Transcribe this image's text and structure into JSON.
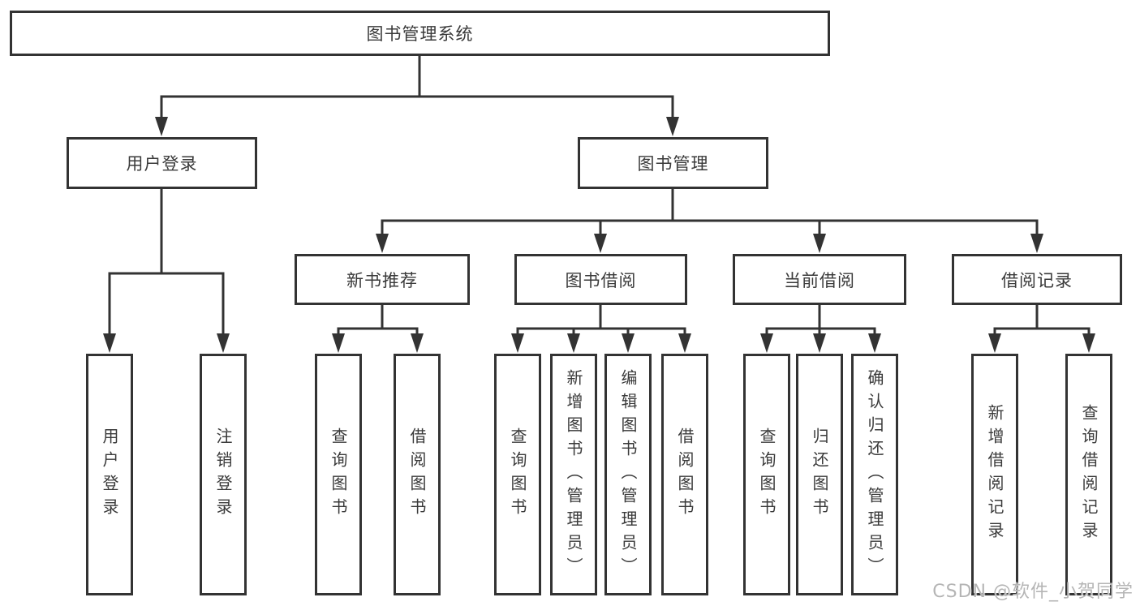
{
  "colors": {
    "line": "#333333",
    "text": "#3a3a3a",
    "background": "#ffffff",
    "watermark": "#b5b5b5"
  },
  "watermark": "CSDN @软件_小贺同学",
  "tree": {
    "label": "图书管理系统",
    "children": [
      {
        "label": "用户登录",
        "children": [
          {
            "label": "用户登录"
          },
          {
            "label": "注销登录"
          }
        ]
      },
      {
        "label": "图书管理",
        "children": [
          {
            "label": "新书推荐",
            "children": [
              {
                "label": "查询图书"
              },
              {
                "label": "借阅图书"
              }
            ]
          },
          {
            "label": "图书借阅",
            "children": [
              {
                "label": "查询图书"
              },
              {
                "label": "新增图书（管理员）"
              },
              {
                "label": "编辑图书（管理员）"
              },
              {
                "label": "借阅图书"
              }
            ]
          },
          {
            "label": "当前借阅",
            "children": [
              {
                "label": "查询图书"
              },
              {
                "label": "归还图书"
              },
              {
                "label": "确认归还（管理员）"
              }
            ]
          },
          {
            "label": "借阅记录",
            "children": [
              {
                "label": "新增借阅记录"
              },
              {
                "label": "查询借阅记录"
              }
            ]
          }
        ]
      }
    ]
  }
}
